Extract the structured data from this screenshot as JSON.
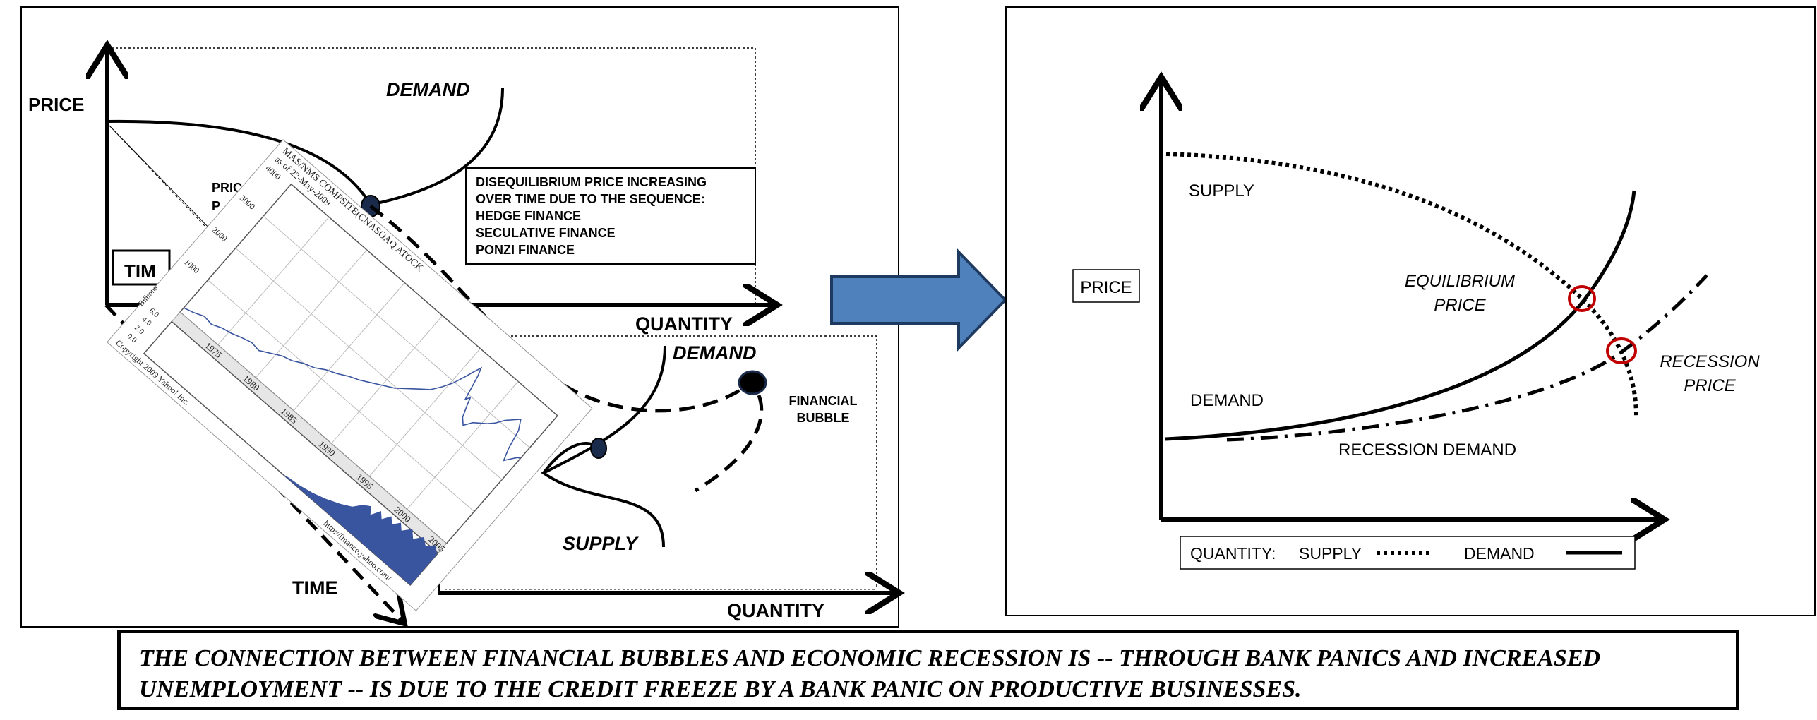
{
  "left_panel": {
    "price_label": "PRICE",
    "demand_top": "DEMAND",
    "disequilibrium_box": [
      "DISEQUILIBRIUM PRICE INCREASING",
      "OVER TIME DUE TO THE SEQUENCE:",
      "HEDGE FINANCE",
      "SECULATIVE FINANCE",
      "PONZI FINANCE"
    ],
    "quantity_top": "QUANTITY",
    "time_top_fragment": "TIM",
    "price_fragment": "PRIC",
    "price_fragment_2": "P",
    "demand_bottom": "DEMAND",
    "financial_bubble": [
      "FINANCIAL",
      "BUBBLE"
    ],
    "supply_bottom": "SUPPLY",
    "time_bottom": "TIME",
    "quantity_bottom": "QUANTITY"
  },
  "inset_chart": {
    "title": "MAS/NMS COMPSITE(CNASOAQ ATOCK",
    "date": "as of 22-May-2009",
    "y_ticks": [
      "4000",
      "3000",
      "2000",
      "1000"
    ],
    "years": [
      "1975",
      "1980",
      "1985",
      "1990",
      "1995",
      "2000",
      "2005"
    ],
    "volume_label": "Billions",
    "volume_ticks": [
      "6.0",
      "4.0",
      "2.0",
      "0.0"
    ],
    "copyright": "Copyright 2009 Yahoo! Inc.",
    "url": "http://finance.yahoo.com/"
  },
  "right_panel": {
    "price_label": "PRICE",
    "supply": "SUPPLY",
    "equilibrium": [
      "EQUILIBRIUM",
      "PRICE"
    ],
    "recession_price": [
      "RECESSION",
      "PRICE"
    ],
    "demand": "DEMAND",
    "recession_demand": "RECESSION DEMAND",
    "legend_quantity": "QUANTITY:",
    "legend_supply": "SUPPLY",
    "legend_demand": "DEMAND"
  },
  "caption": {
    "line1": "THE CONNECTION BETWEEN FINANCIAL BUBBLES AND ECONOMIC RECESSION IS -- THROUGH BANK PANICS AND INCREASED",
    "line2": "UNEMPLOYMENT --  IS DUE TO THE CREDIT FREEZE BY A BANK PANIC ON PRODUCTIVE BUSINESSES."
  },
  "colors": {
    "arrow_fill": "#4f81bd",
    "arrow_stroke": "#1f3a60",
    "circle": "#c00000",
    "chart_line": "#3a55a0",
    "chart_volume": "#3a55a0"
  }
}
